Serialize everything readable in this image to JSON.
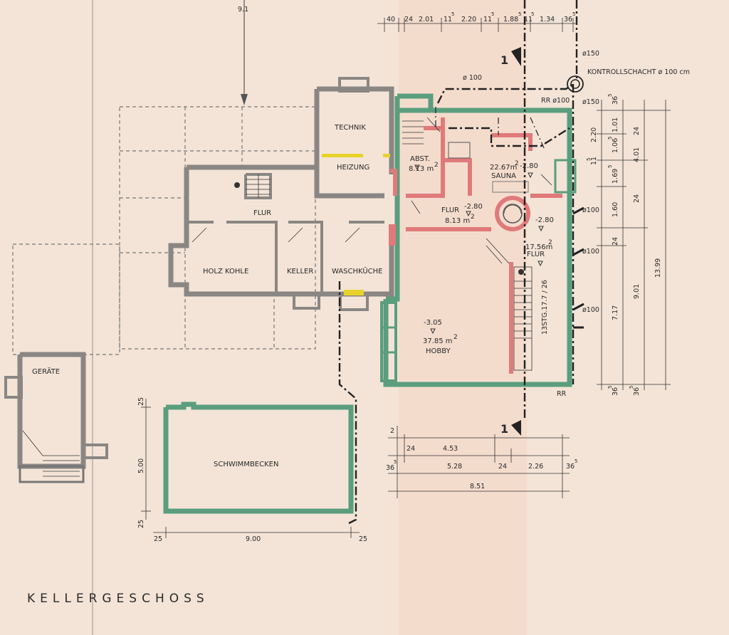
{
  "title": "KELLERGESCHOSS",
  "rooms": {
    "technik": "TECHNIK",
    "heizung": "HEIZUNG",
    "abst": "ABST.",
    "abst_area": "8.13 m",
    "abst_sup": "2",
    "sauna_area": "22.67m",
    "sauna_sup": "2",
    "sauna_level": "-2.80",
    "sauna": "SAUNA",
    "flur_top": "FLUR",
    "flur2": "FLUR",
    "flur2_level": "-2.80",
    "flur2_area": "8.13 m",
    "flur2_sup": "2",
    "round_level": "-2.80",
    "flur3_area": "17.56m",
    "flur3_sup": "2",
    "flur3": "FLUR",
    "holz_kohle": "HOLZ  KOHLE",
    "keller": "KELLER",
    "waschkueche": "WASCHKÜCHE",
    "hobby_level": "-3.05",
    "hobby_area": "37.85 m",
    "hobby_sup": "2",
    "hobby": "HOBBY",
    "geraete": "GERÄTE",
    "schwimmbecken": "SCHWIMMBECKEN"
  },
  "annotations": {
    "kontrollschacht": "KONTROLLSCHACHT  ø 100 cm",
    "pipe_top": "ø 100",
    "rr_top": "RR ø100",
    "d150_a": "ø150",
    "d150_b": "ø150",
    "d100_a": "ø100",
    "d100_b": "ø100",
    "d100_c": "ø100",
    "rr_bottom": "RR",
    "section_mark": "1",
    "stair_note": "13STG.17.7 / 26",
    "top_left_cut": "9.1"
  },
  "dims_top": [
    "40",
    "24",
    "2.01",
    "11",
    "5",
    "2.20",
    "11",
    "5",
    "1.88",
    "5",
    "11",
    "5",
    "1.34",
    "36",
    "5"
  ],
  "dims_right": {
    "a": "36",
    "a5": "5",
    "b": "1.01",
    "c": "2.20",
    "d": "1.06",
    "d5": "5",
    "e": "4.01",
    "f": "24",
    "g": "11",
    "g5": "5",
    "h": "1.69",
    "h5": "5",
    "i": "1.60",
    "j": "24",
    "k": "24",
    "l": "13.99",
    "m": "9.01",
    "n": "7.17",
    "o": "36",
    "o5": "5",
    "p": "36",
    "p5": "5"
  },
  "dims_bottom": {
    "a": "2",
    "b": "24",
    "c": "4.53",
    "d": "36",
    "d5": "5",
    "e": "5.28",
    "f": "24",
    "g": "2.26",
    "h": "36",
    "h5": "5",
    "i": "8.51"
  },
  "dims_pool": {
    "top": "25",
    "left": "5.00",
    "bottom": "25",
    "b_left": "25",
    "width": "9.00",
    "b_right": "25"
  },
  "colors": {
    "paper": "#f3e4d7",
    "existing_wall": "#8a8683",
    "new_wall": "#5a9e7e",
    "red_wall": "#e07a7a",
    "yellow": "#e8d22a"
  }
}
